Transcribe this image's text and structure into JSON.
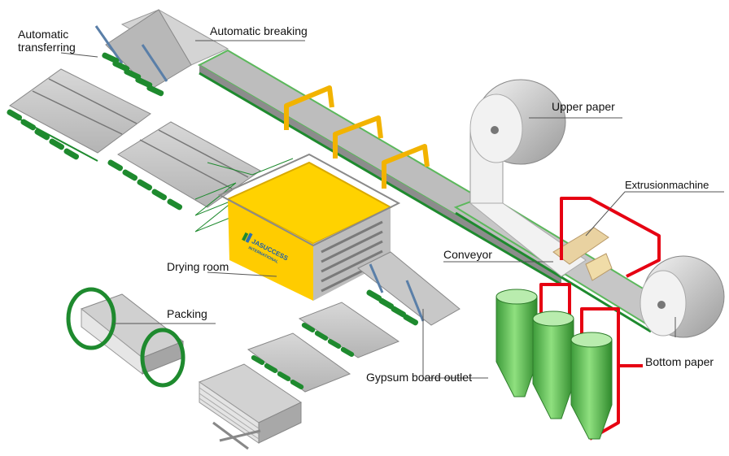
{
  "labels": {
    "automatic_transferring": "Automatic\ntransferring",
    "automatic_breaking": "Automatic breaking",
    "upper_paper": "Upper paper",
    "extrusion_machine": "Extrusionmachine",
    "conveyor": "Conveyor",
    "drying_room": "Drying room",
    "packing": "Packing",
    "gypsum_board_outlet": "Gypsum board outlet",
    "bottom_paper": "Bottom paper"
  },
  "logo": {
    "line1": "JASUCCESS",
    "line2": "INTERNATIONAL"
  },
  "colors": {
    "roller_green": "#1e8a2e",
    "belt_green": "#5cb85c",
    "board_grey": "#c9c9c9",
    "yellow_frame": "#f2b300",
    "drying_yellow": "#ffd200",
    "pipe_red": "#e60012",
    "silo_green": "#5fc35a"
  }
}
